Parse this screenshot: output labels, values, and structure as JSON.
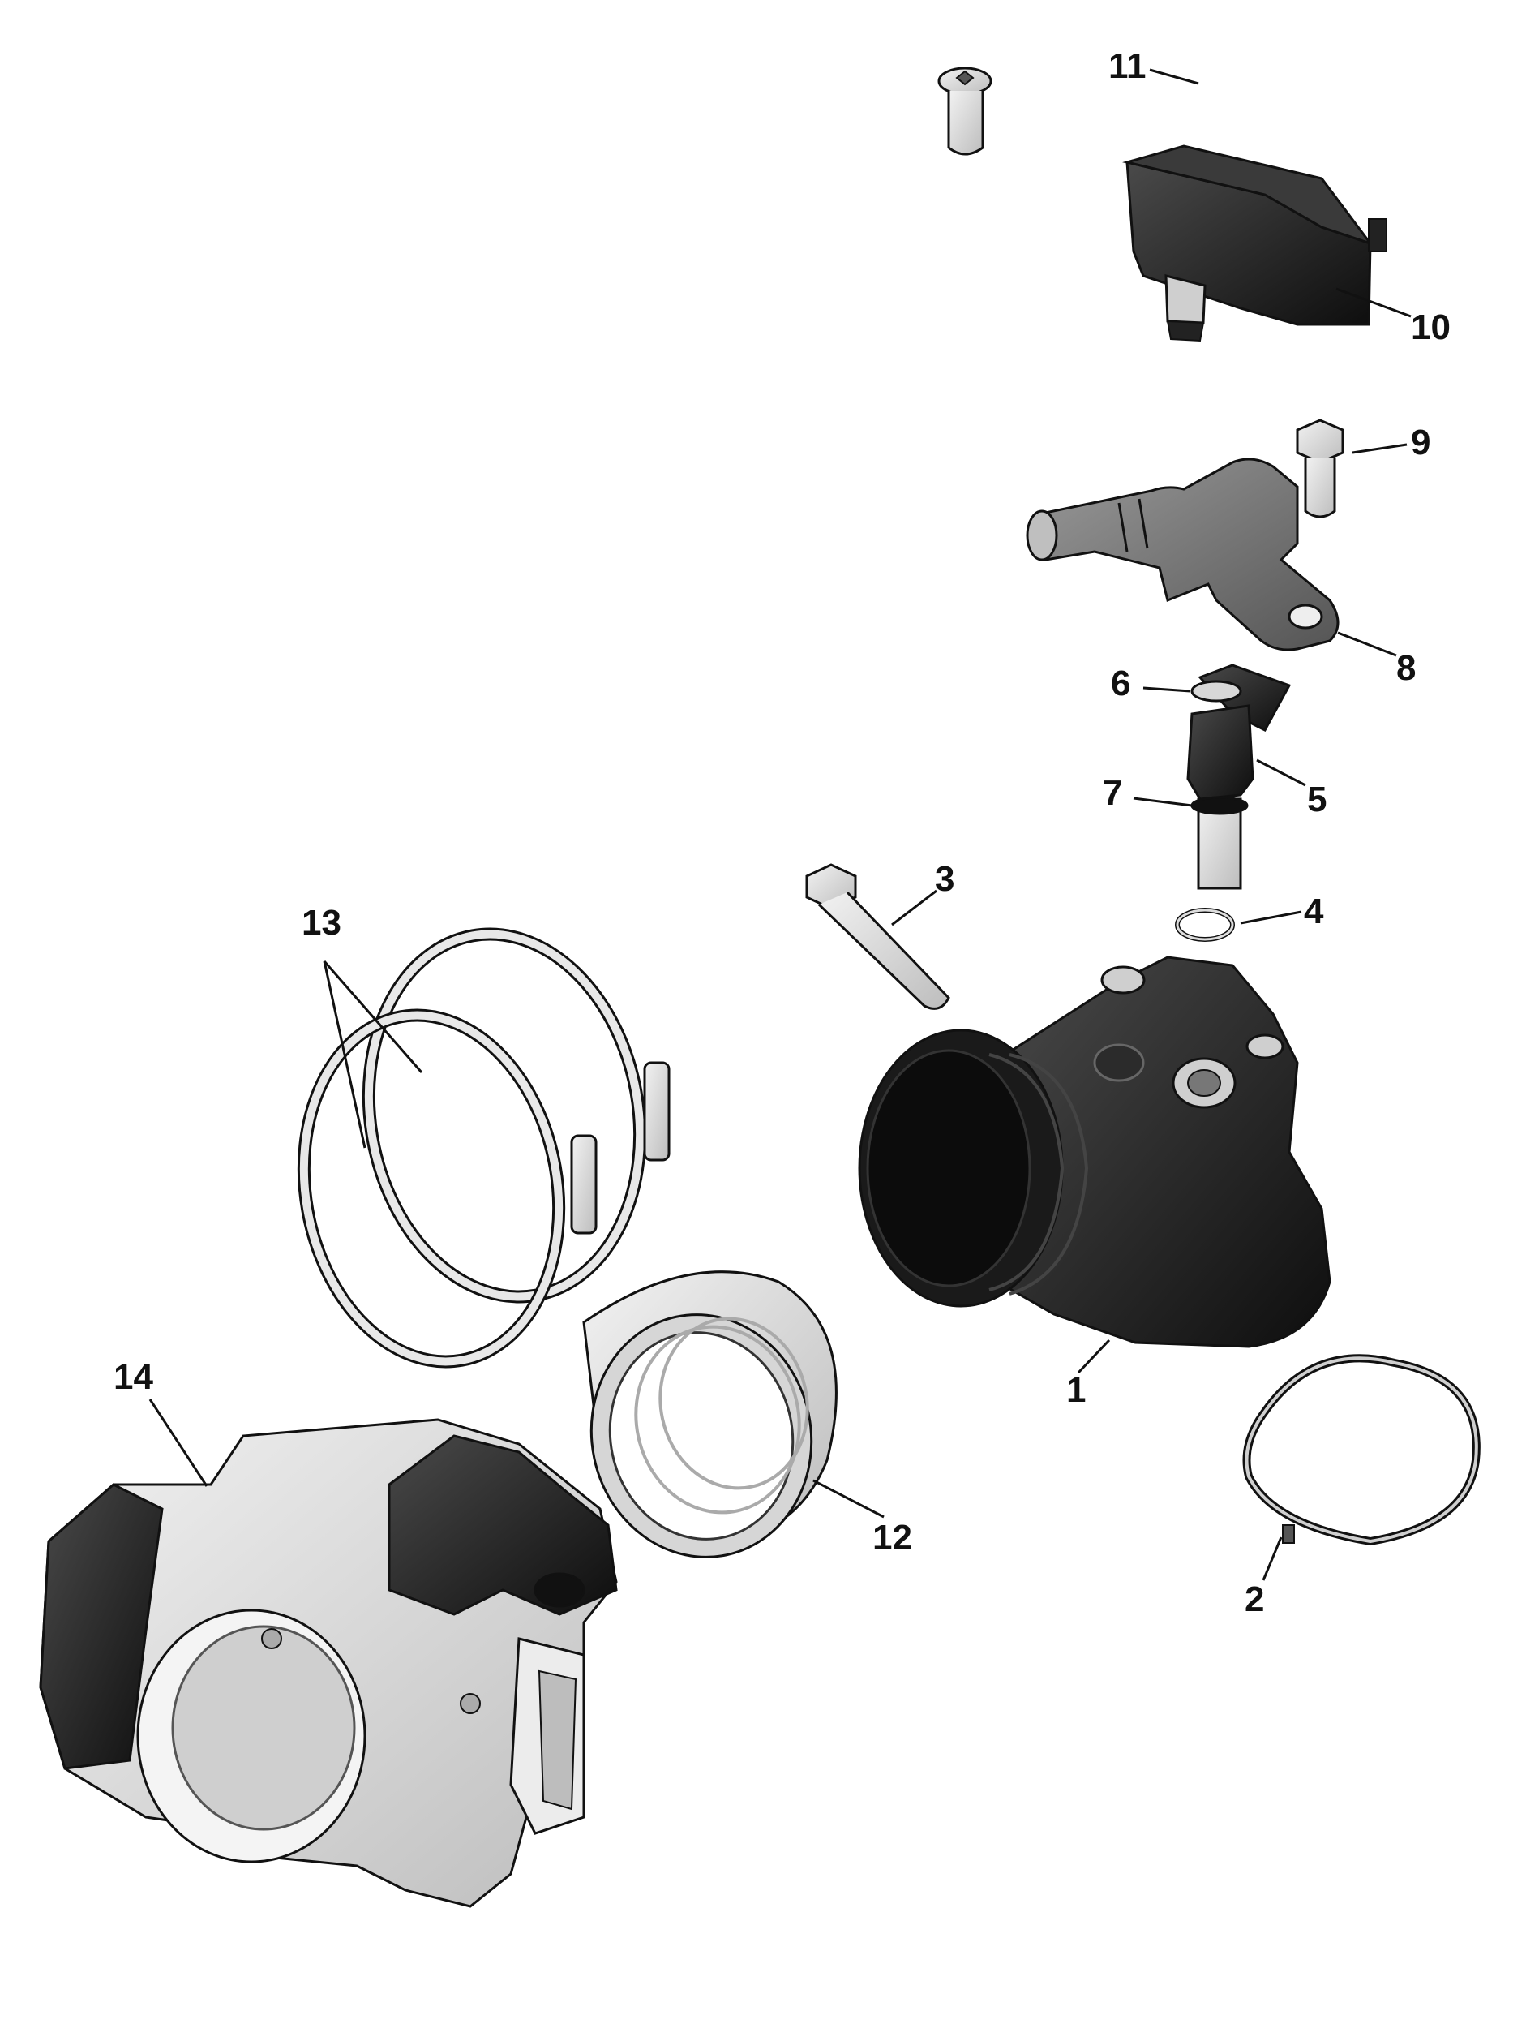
{
  "diagram": {
    "callouts": [
      {
        "id": "1",
        "label": "1"
      },
      {
        "id": "2",
        "label": "2"
      },
      {
        "id": "3",
        "label": "3"
      },
      {
        "id": "4",
        "label": "4"
      },
      {
        "id": "5",
        "label": "5"
      },
      {
        "id": "6",
        "label": "6"
      },
      {
        "id": "7",
        "label": "7"
      },
      {
        "id": "8",
        "label": "8"
      },
      {
        "id": "9",
        "label": "9"
      },
      {
        "id": "10",
        "label": "10"
      },
      {
        "id": "11",
        "label": "11"
      },
      {
        "id": "12",
        "label": "12"
      },
      {
        "id": "13",
        "label": "13"
      },
      {
        "id": "14",
        "label": "14"
      }
    ],
    "colors": {
      "dark_part": "#1c1c1c",
      "mid_part": "#555555",
      "light_part": "#e4e4e4",
      "light_shadow": "#b8b8b8",
      "outline": "#111111"
    }
  }
}
